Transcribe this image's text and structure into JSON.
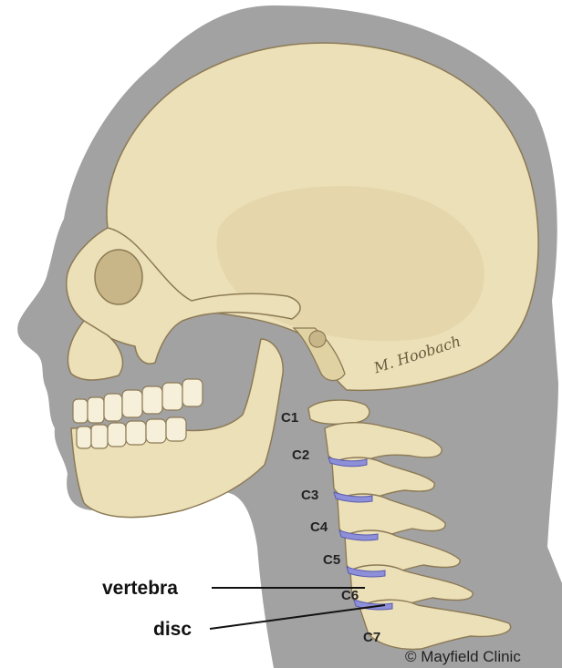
{
  "colors": {
    "background": "#ffffff",
    "silhouette": "#a2a2a2",
    "bone": "#ece0b8",
    "bone_shade": "#c9b688",
    "bone_line": "#8c7a55",
    "disc": "#8d8fd8",
    "line": "#111111"
  },
  "diagram": {
    "vertebra_labels": [
      "C1",
      "C2",
      "C3",
      "C4",
      "C5",
      "C6",
      "C7"
    ],
    "callouts": {
      "vertebra": "vertebra",
      "disc": "disc"
    },
    "signature": "M. Hoobach",
    "credit": "© Mayfield Clinic"
  }
}
